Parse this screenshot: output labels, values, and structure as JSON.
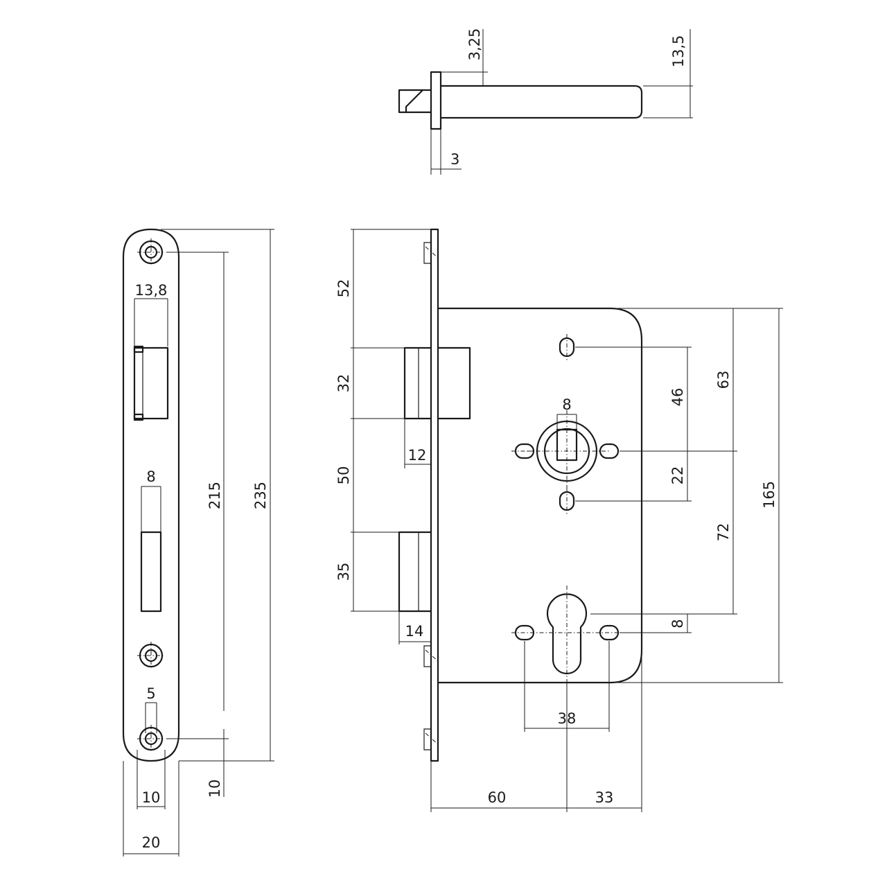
{
  "labels": {
    "bolt_offset": "3,25",
    "bolt_thickness": "13,5",
    "faceplate_thickness": "3",
    "latch_width": "13,8",
    "deadbolt_width": "8",
    "screw_hole": "5",
    "fixing_span": "215",
    "faceplate_length": "235",
    "end_distance": "10",
    "hole_offset": "10",
    "faceplate_width": "20",
    "latch_top": "52",
    "latch_height": "32",
    "latch_gap": "50",
    "bolt_height": "35",
    "latch_projection": "12",
    "bolt_projection": "14",
    "follower_square": "8",
    "fixing_upper": "46",
    "fixing_lower": "22",
    "case_to_follower": "63",
    "follower_to_cylinder": "72",
    "case_height": "165",
    "cylinder_pitch": "8",
    "cylinder_fixings": "38",
    "backset": "60",
    "case_depth_rest": "33"
  }
}
